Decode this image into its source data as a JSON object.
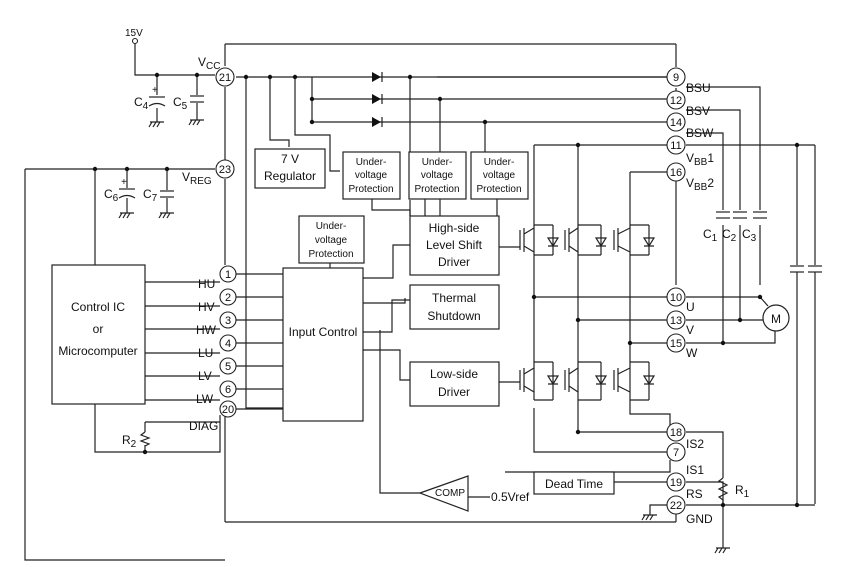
{
  "supply": "15V",
  "pins": [
    {
      "num": "21",
      "label": "V",
      "sub": "CC"
    },
    {
      "num": "23",
      "label": "V",
      "sub": "REG"
    },
    {
      "num": "1",
      "label": "HU"
    },
    {
      "num": "2",
      "label": "HV"
    },
    {
      "num": "3",
      "label": "HW"
    },
    {
      "num": "4",
      "label": "LU"
    },
    {
      "num": "5",
      "label": "LV"
    },
    {
      "num": "6",
      "label": "LW"
    },
    {
      "num": "20",
      "label": "DIAG"
    },
    {
      "num": "9",
      "label": "BSU"
    },
    {
      "num": "12",
      "label": "BSV"
    },
    {
      "num": "14",
      "label": "BSW"
    },
    {
      "num": "11",
      "label": "V",
      "sub": "BB",
      "suffix": "1"
    },
    {
      "num": "16",
      "label": "V",
      "sub": "BB",
      "suffix": "2"
    },
    {
      "num": "10",
      "label": "U"
    },
    {
      "num": "13",
      "label": "V"
    },
    {
      "num": "15",
      "label": "W"
    },
    {
      "num": "18",
      "label": "IS2"
    },
    {
      "num": "7",
      "label": "IS1"
    },
    {
      "num": "19",
      "label": "RS"
    },
    {
      "num": "22",
      "label": "GND"
    }
  ],
  "blocks": {
    "regulator": [
      "7 V",
      "Regulator"
    ],
    "uvp": [
      "Under-",
      "voltage",
      "Protection"
    ],
    "high_side": [
      "High-side",
      "Level Shift",
      "Driver"
    ],
    "thermal": [
      "Thermal",
      "Shutdown"
    ],
    "input_control": "Input Control",
    "low_side": [
      "Low-side",
      "Driver"
    ],
    "dead_time": "Dead Time",
    "comp": "COMP",
    "vref": "0.5Vref",
    "control_ic": [
      "Control IC",
      "or",
      "Microcomputer"
    ],
    "motor": "M"
  },
  "components": {
    "c4": {
      "label": "C",
      "sub": "4"
    },
    "c5": {
      "label": "C",
      "sub": "5"
    },
    "c6": {
      "label": "C",
      "sub": "6"
    },
    "c7": {
      "label": "C",
      "sub": "7"
    },
    "c1": {
      "label": "C",
      "sub": "1"
    },
    "c2": {
      "label": "C",
      "sub": "2"
    },
    "c3": {
      "label": "C",
      "sub": "3"
    },
    "r1": {
      "label": "R",
      "sub": "1"
    },
    "r2": {
      "label": "R",
      "sub": "2"
    }
  }
}
